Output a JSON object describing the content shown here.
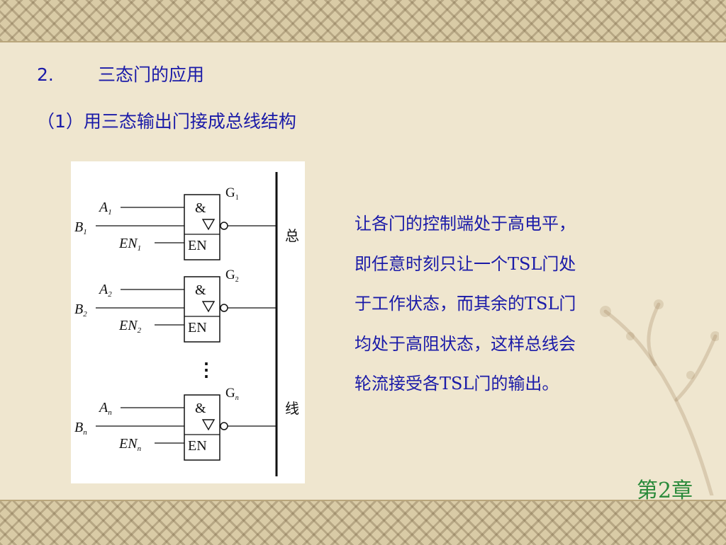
{
  "title": {
    "number": "2.",
    "text": "三态门的应用"
  },
  "subtitle": "（1）用三态输出门接成总线结构",
  "diagram": {
    "gates": [
      {
        "a": "A",
        "b": "B",
        "en": "EN",
        "sub": "1",
        "g": "G",
        "symbol": "&",
        "en_box": "EN"
      },
      {
        "a": "A",
        "b": "B",
        "en": "EN",
        "sub": "2",
        "g": "G",
        "symbol": "&",
        "en_box": "EN"
      },
      {
        "a": "A",
        "b": "B",
        "en": "EN",
        "sub": "n",
        "g": "G",
        "symbol": "&",
        "en_box": "EN"
      }
    ],
    "ellipsis": "⋮",
    "bus_label_top": "总",
    "bus_label_bottom": "线"
  },
  "description_lines": [
    "让各门的控制端处于高电平，",
    "即任意时刻只让一个TSL门处",
    "于工作状态，而其余的TSL门",
    "均处于高阻状态，这样总线会",
    "轮流接受各TSL门的输出。"
  ],
  "footer": "第2章"
}
